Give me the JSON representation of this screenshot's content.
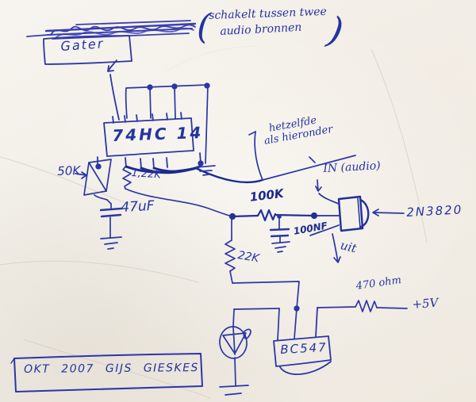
{
  "note_top": {
    "open_paren": "(",
    "line1": "schakelt tussen twee",
    "line2": "audio bronnen",
    "close_paren": ")"
  },
  "blocks": {
    "gater": "Gater",
    "ic": "74HC 14",
    "npn": "BC547"
  },
  "labels": {
    "pot": "50K",
    "r_122k": "1,22K",
    "c_47uf": "47uF",
    "r_100k": "100K",
    "c_100nf": "100NF",
    "r_22k": "22K",
    "r_470": "470 ohm",
    "vcc": "+5V",
    "fet": "2N3820"
  },
  "annotations": {
    "same_as_below_line1": "hetzelfde",
    "same_as_below_line2": "als hieronder",
    "input": "IN (audio)",
    "output": "uit"
  },
  "signature": "OKT 2007 GIJS GIESKES",
  "ink": {
    "primary": "#2b36a6",
    "dark": "#1c2a8e"
  }
}
